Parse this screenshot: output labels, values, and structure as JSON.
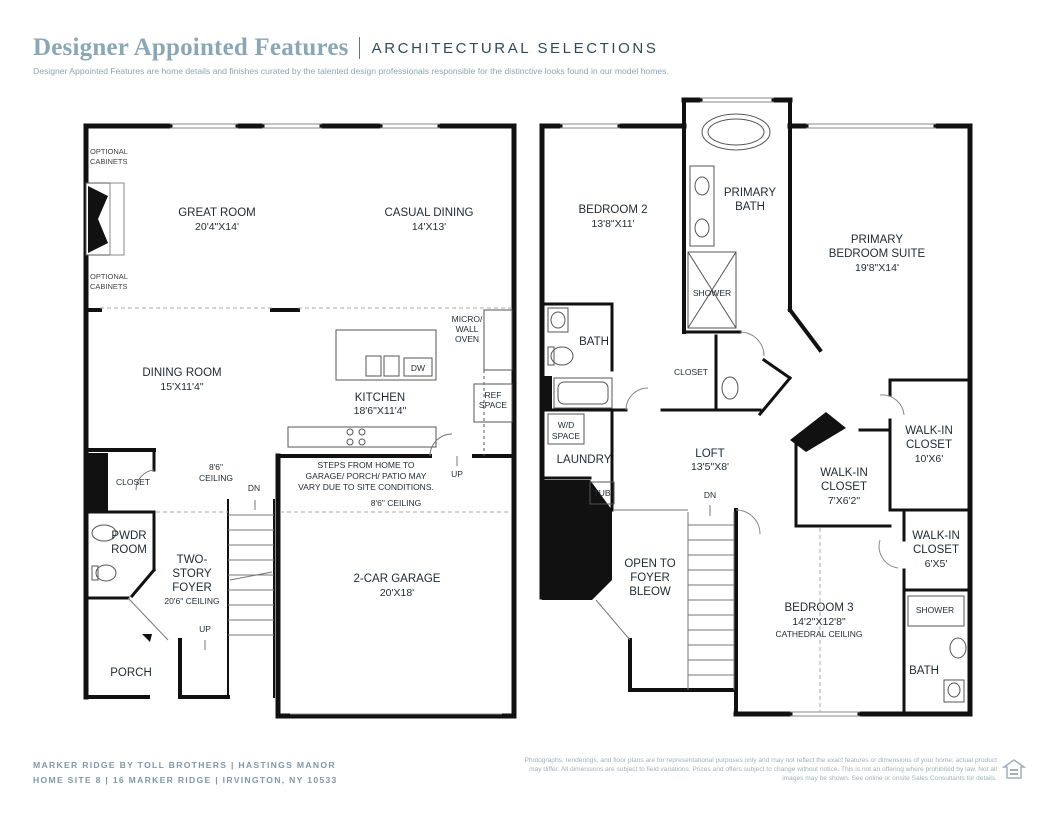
{
  "header": {
    "title": "Designer Appointed Features",
    "section": "ARCHITECTURAL SELECTIONS",
    "subtitle": "Designer Appointed Features are home details and finishes curated by the talented design professionals responsible for the distinctive looks found in our model homes."
  },
  "first_floor": {
    "optional_cabinets_top": [
      "OPTIONAL",
      "CABINETS"
    ],
    "optional_cabinets_bottom": [
      "OPTIONAL",
      "CABINETS"
    ],
    "great_room": {
      "name": "GREAT ROOM",
      "dim": "20'4\"X14'"
    },
    "casual_dining": {
      "name": "CASUAL DINING",
      "dim": "14'X13'"
    },
    "micro_wall_oven": [
      "MICRO/",
      "WALL",
      "OVEN"
    ],
    "dining_room": {
      "name": "DINING ROOM",
      "dim": "15'X11'4\""
    },
    "dw": "DW",
    "kitchen": {
      "name": "KITCHEN",
      "dim": "18'6\"X11'4\""
    },
    "ref_space": [
      "REF",
      "SPACE"
    ],
    "closet": "CLOSET",
    "ceiling_86_a": [
      "8'6\"",
      "CEILING"
    ],
    "dn": "DN",
    "steps_note": [
      "STEPS FROM HOME TO",
      "GARAGE/ PORCH/ PATIO MAY",
      "VARY DUE TO SITE CONDITIONS."
    ],
    "up_kitchen": "UP",
    "ceiling_86_b": "8'6\" CEILING",
    "pwdr_room": [
      "PWDR",
      "ROOM"
    ],
    "foyer": [
      "TWO-",
      "STORY",
      "FOYER"
    ],
    "foyer_ceiling": "20'6\" CEILING",
    "up_foyer": "UP",
    "garage": {
      "name": "2-CAR GARAGE",
      "dim": "20'X18'"
    },
    "porch": "PORCH"
  },
  "second_floor": {
    "bedroom2": {
      "name": "BEDROOM 2",
      "dim": "13'8\"X11'"
    },
    "primary_bath": [
      "PRIMARY",
      "BATH"
    ],
    "primary_suite": {
      "name": [
        "PRIMARY",
        "BEDROOM SUITE"
      ],
      "dim": "19'8\"X14'"
    },
    "shower_primary": "SHOWER",
    "bath2": "BATH",
    "closet": "CLOSET",
    "wd_space": [
      "W/D",
      "SPACE"
    ],
    "laundry": "LAUNDRY",
    "tub": "TUB",
    "loft": {
      "name": "LOFT",
      "dim": "13'5\"X8'"
    },
    "dn": "DN",
    "walkin_a": {
      "name": [
        "WALK-IN",
        "CLOSET"
      ],
      "dim": "10'X6'"
    },
    "walkin_b": {
      "name": [
        "WALK-IN",
        "CLOSET"
      ],
      "dim": "7'X6'2\""
    },
    "walkin_c": {
      "name": [
        "WALK-IN",
        "CLOSET"
      ],
      "dim": "6'X5'"
    },
    "open_foyer": [
      "OPEN TO",
      "FOYER",
      "BLEOW"
    ],
    "bedroom3": {
      "name": "BEDROOM 3",
      "dim": "14'2\"X12'8\"",
      "note": "CATHEDRAL CEILING"
    },
    "shower_b3": "SHOWER",
    "bath3": "BATH"
  },
  "footer": {
    "line1": "MARKER RIDGE BY TOLL BROTHERS  |  HASTINGS MANOR",
    "line2": "HOME SITE 8  |  16 MARKER RIDGE  |  IRVINGTON, NY 10533",
    "disclaimer": "Photographs, renderings, and floor plans are for representational purposes only and may not reflect the exact features or dimensions of your home; actual product may differ. All dimensions are subject to field variations. Prices and offers subject to change without notice. This is not an offering where prohibited by law. Not all images may be shown. See online or onsite Sales Consultants for details."
  },
  "colors": {
    "title": "#8aa7b6",
    "section": "#2f4a5a",
    "wall": "#111111",
    "footer": "#7e98a7"
  }
}
